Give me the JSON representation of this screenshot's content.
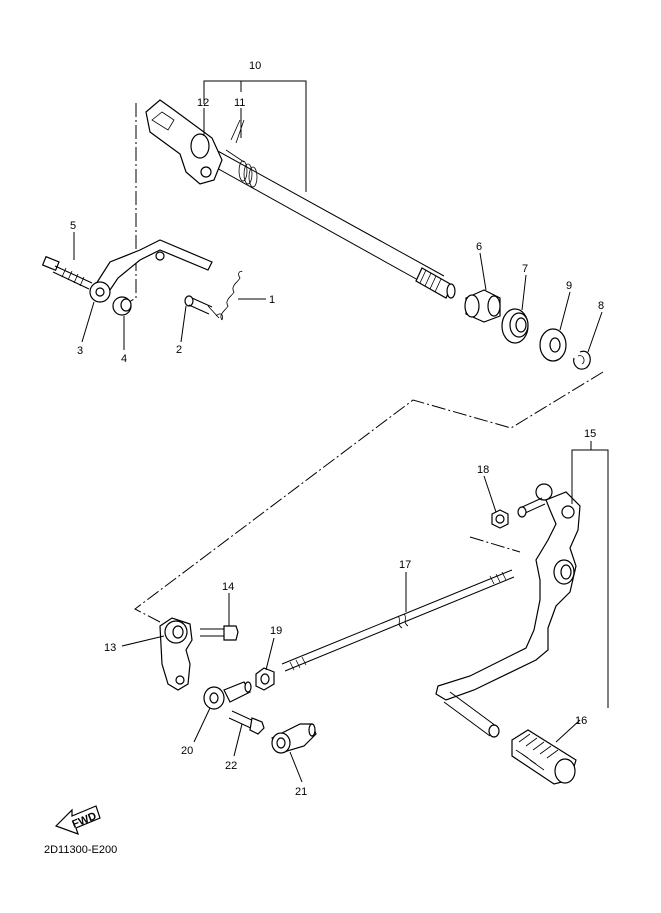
{
  "callouts": {
    "c1": "1",
    "c2": "2",
    "c3": "3",
    "c4": "4",
    "c5": "5",
    "c6": "6",
    "c7": "7",
    "c8": "8",
    "c9": "9",
    "c10": "10",
    "c11": "11",
    "c12": "12",
    "c13": "13",
    "c14": "14",
    "c15": "15",
    "c16": "16",
    "c17": "17",
    "c18": "18",
    "c19": "19",
    "c20": "20",
    "c21": "21",
    "c22": "22"
  },
  "fwd_label": "FWD",
  "diagram_code": "2D11300-E200"
}
